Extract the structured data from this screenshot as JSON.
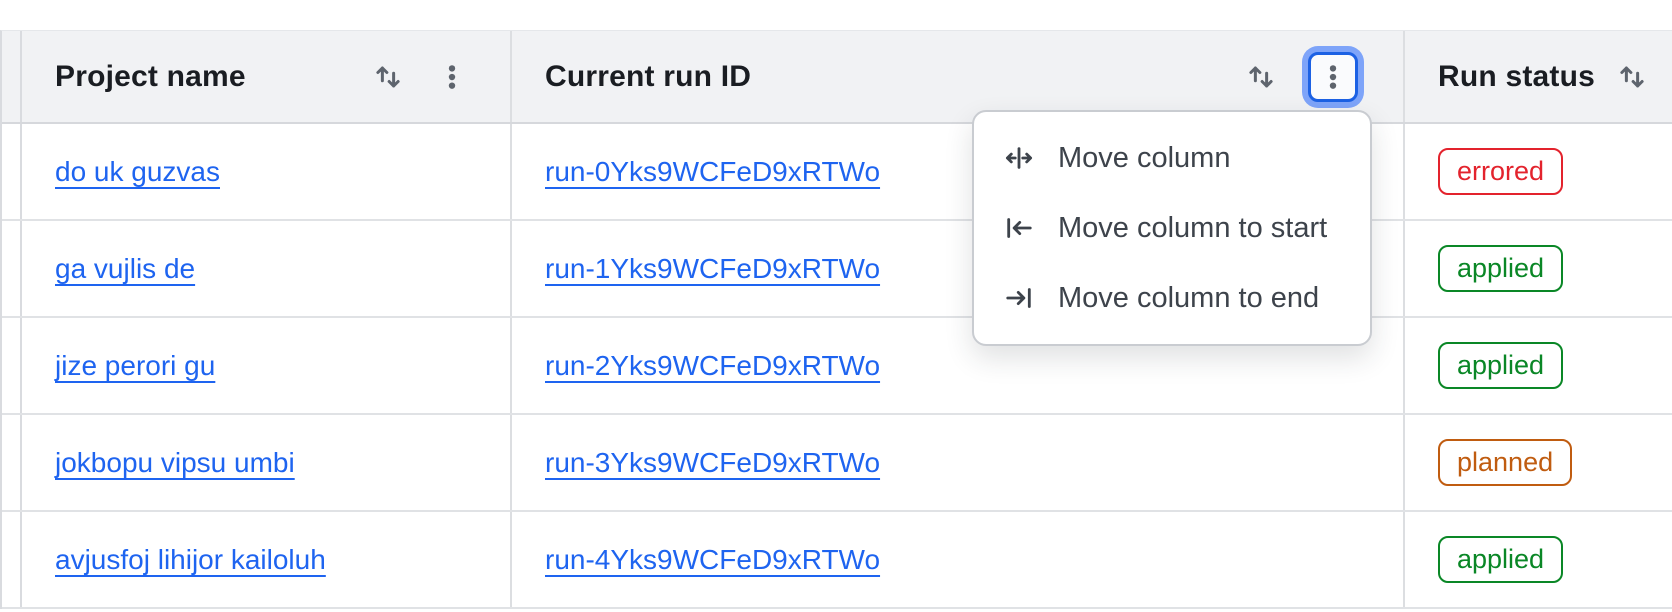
{
  "table": {
    "columns": [
      {
        "label": "Project name"
      },
      {
        "label": "Current run ID"
      },
      {
        "label": "Run status"
      }
    ],
    "rows": [
      {
        "project": "do uk guzvas",
        "run_id": "run-0Yks9WCFeD9xRTWo",
        "status": "errored"
      },
      {
        "project": "ga vujlis de",
        "run_id": "run-1Yks9WCFeD9xRTWo",
        "status": "applied"
      },
      {
        "project": "jize perori gu",
        "run_id": "run-2Yks9WCFeD9xRTWo",
        "status": "applied"
      },
      {
        "project": "jokbopu vipsu umbi",
        "run_id": "run-3Yks9WCFeD9xRTWo",
        "status": "planned"
      },
      {
        "project": "avjusfoj lihijor kailoluh",
        "run_id": "run-4Yks9WCFeD9xRTWo",
        "status": "applied"
      }
    ]
  },
  "menu": {
    "items": [
      {
        "icon": "move-column-icon",
        "label": "Move column"
      },
      {
        "icon": "move-column-to-start-icon",
        "label": "Move column to start"
      },
      {
        "icon": "move-column-to-end-icon",
        "label": "Move column to end"
      }
    ]
  },
  "status_colors": {
    "errored": "#e3232d",
    "applied": "#0a8726",
    "planned": "#c05c10"
  },
  "colors": {
    "link": "#1e64f0",
    "header_bg": "#f1f2f4",
    "focus_ring_outer": "#7ea4f9",
    "focus_ring_inner": "#1c61e4",
    "icon_gray": "#5e646d"
  }
}
